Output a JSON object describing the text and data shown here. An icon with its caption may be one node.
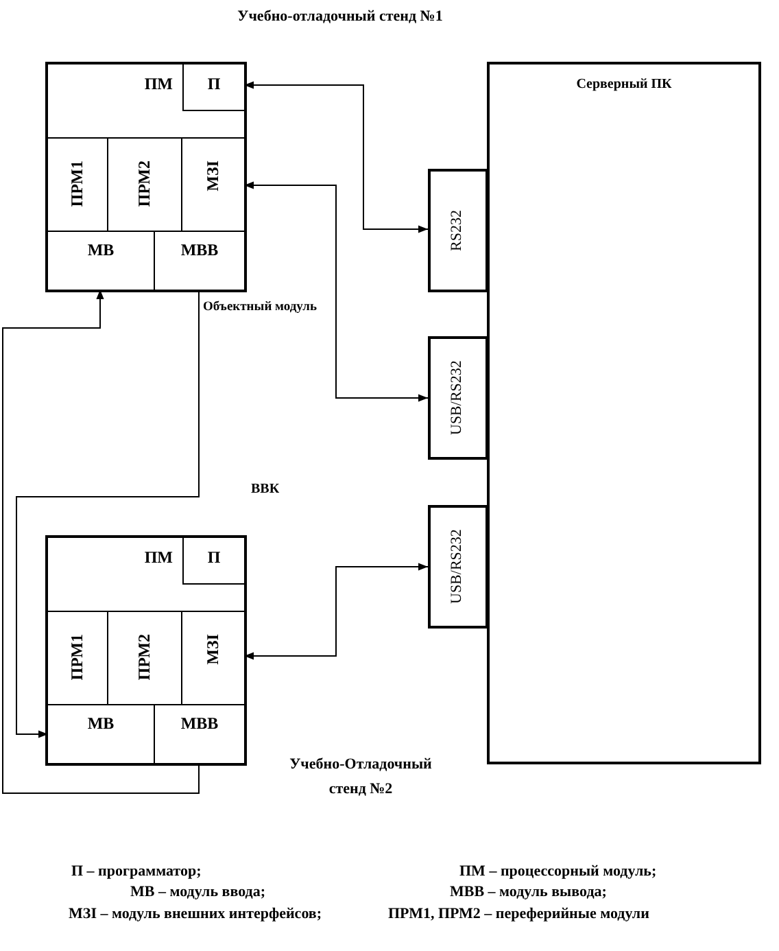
{
  "diagram": {
    "nodes": [
      {
        "text": [
          "Учебно-отладочный стенд №1"
        ]
      },
      {
        "text": [
          "ПМ"
        ],
        "in": 0
      },
      {
        "text": [
          "П"
        ],
        "in": 1
      },
      {
        "text": [
          "ПРМ1"
        ],
        "in": 0
      },
      {
        "text": [
          "ПРМ2"
        ],
        "in": 0
      },
      {
        "text": [
          "МЗI"
        ],
        "in": 0
      },
      {
        "text": [
          "МВ"
        ],
        "in": 0
      },
      {
        "text": [
          "МВВ"
        ],
        "in": 0
      },
      {
        "text": [
          "Серверный ПК"
        ]
      },
      {
        "text": [
          "RS232"
        ]
      },
      {
        "text": [
          "USB/RS232"
        ]
      },
      {
        "text": [
          "USB/RS232"
        ]
      },
      {
        "text": [
          "Учебно-Отладочный стенд №2"
        ]
      },
      {
        "text": [
          "ПМ"
        ],
        "in": 12
      },
      {
        "text": [
          "П"
        ],
        "in": 13
      },
      {
        "text": [
          "ПРМ1"
        ],
        "in": 12
      },
      {
        "text": [
          "ПРМ2"
        ],
        "in": 12
      },
      {
        "text": [
          "МЗI"
        ],
        "in": 12
      },
      {
        "text": [
          "МВ"
        ],
        "in": 12
      },
      {
        "text": [
          "МВВ"
        ],
        "in": 12
      }
    ],
    "edges": [
      {
        "from": 2,
        "to": 9,
        "arrow": "both"
      },
      {
        "from": 5,
        "to": 10,
        "arrow": "both"
      },
      {
        "from": 7,
        "to": 18,
        "arrow": "to"
      },
      {
        "from": 19,
        "to": 6,
        "arrow": "to"
      },
      {
        "from": 17,
        "to": 11,
        "arrow": "both"
      }
    ],
    "labels": [
      "Объектный модуль",
      "ВВК",
      "П – программатор;",
      "ПМ – процессорный модуль;",
      "МВ – модуль ввода;",
      "МВВ – модуль вывода;",
      "МЗI – модуль внешних интерфейсов;",
      "ПРМ1, ПРМ2 – переферийные модули"
    ]
  }
}
